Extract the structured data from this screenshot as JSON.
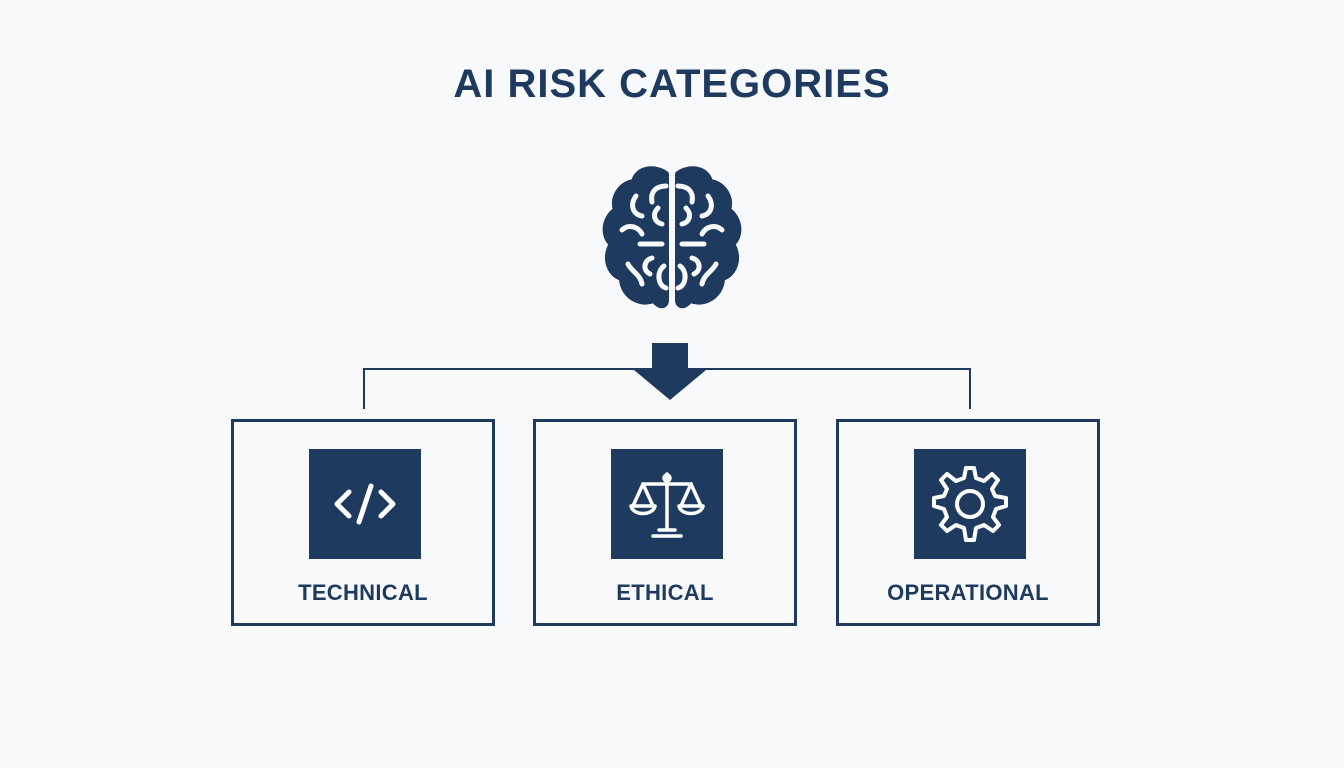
{
  "diagram": {
    "title": "AI RISK CATEGORIES",
    "root_icon": "brain-icon",
    "categories": [
      {
        "label": "TECHNICAL",
        "icon": "code-icon"
      },
      {
        "label": "ETHICAL",
        "icon": "scales-icon"
      },
      {
        "label": "OPERATIONAL",
        "icon": "gear-icon"
      }
    ]
  },
  "colors": {
    "primary": "#1f3a5f",
    "background": "#f8f9fa"
  }
}
